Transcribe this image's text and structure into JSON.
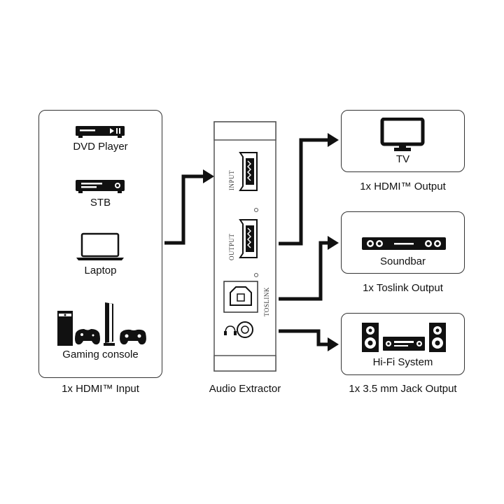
{
  "input_panel": {
    "devices": [
      {
        "label": "DVD Player",
        "icon": "dvd-player-icon"
      },
      {
        "label": "STB",
        "icon": "set-top-box-icon"
      },
      {
        "label": "Laptop",
        "icon": "laptop-icon"
      },
      {
        "label": "Gaming console",
        "icon": "gaming-console-icon"
      }
    ],
    "caption": "1x HDMI™ Input"
  },
  "extractor": {
    "port_labels": [
      "INPUT",
      "OUTPUT",
      "TOSLINK"
    ],
    "caption": "Audio Extractor"
  },
  "outputs": [
    {
      "device": "TV",
      "caption": "1x HDMI™ Output",
      "icon": "tv-icon"
    },
    {
      "device": "Soundbar",
      "caption": "1x Toslink Output",
      "icon": "soundbar-icon"
    },
    {
      "device": "Hi-Fi System",
      "caption": "1x 3.5 mm Jack Output",
      "icon": "hifi-system-icon"
    }
  ]
}
